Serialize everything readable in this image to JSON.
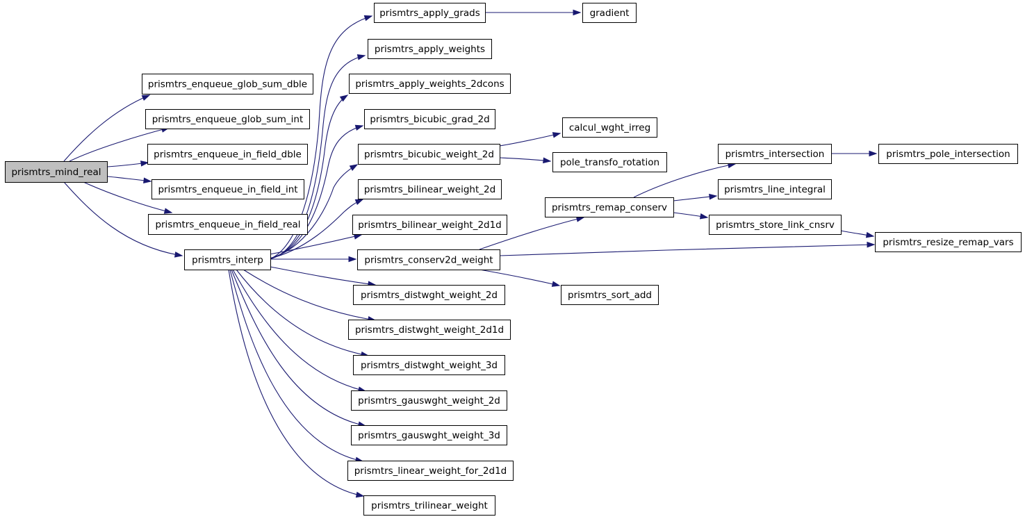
{
  "graph": {
    "root": "prismtrs_mind_real",
    "edge_color": "#191970",
    "root_fill": "#bfbfbf",
    "nodes": [
      {
        "id": "mind_real",
        "label": "prismtrs_mind_real",
        "root": true
      },
      {
        "id": "glob_dble",
        "label": "prismtrs_enqueue_glob_sum_dble"
      },
      {
        "id": "glob_int",
        "label": "prismtrs_enqueue_glob_sum_int"
      },
      {
        "id": "field_dble",
        "label": "prismtrs_enqueue_in_field_dble"
      },
      {
        "id": "field_int",
        "label": "prismtrs_enqueue_in_field_int"
      },
      {
        "id": "field_real",
        "label": "prismtrs_enqueue_in_field_real"
      },
      {
        "id": "interp",
        "label": "prismtrs_interp"
      },
      {
        "id": "apply_grads",
        "label": "prismtrs_apply_grads"
      },
      {
        "id": "gradient",
        "label": "gradient"
      },
      {
        "id": "apply_weights",
        "label": "prismtrs_apply_weights"
      },
      {
        "id": "apply_weights_2dcons",
        "label": "prismtrs_apply_weights_2dcons"
      },
      {
        "id": "bicubic_grad",
        "label": "prismtrs_bicubic_grad_2d"
      },
      {
        "id": "bicubic_weight",
        "label": "prismtrs_bicubic_weight_2d"
      },
      {
        "id": "calcul_wght",
        "label": "calcul_wght_irreg"
      },
      {
        "id": "pole_transfo",
        "label": "pole_transfo_rotation"
      },
      {
        "id": "bilinear_2d",
        "label": "prismtrs_bilinear_weight_2d"
      },
      {
        "id": "bilinear_2d1d",
        "label": "prismtrs_bilinear_weight_2d1d"
      },
      {
        "id": "conserv2d",
        "label": "prismtrs_conserv2d_weight"
      },
      {
        "id": "remap_conserv",
        "label": "prismtrs_remap_conserv"
      },
      {
        "id": "intersection",
        "label": "prismtrs_intersection"
      },
      {
        "id": "pole_intersection",
        "label": "prismtrs_pole_intersection"
      },
      {
        "id": "line_integral",
        "label": "prismtrs_line_integral"
      },
      {
        "id": "store_link",
        "label": "prismtrs_store_link_cnsrv"
      },
      {
        "id": "resize_remap",
        "label": "prismtrs_resize_remap_vars"
      },
      {
        "id": "sort_add",
        "label": "prismtrs_sort_add"
      },
      {
        "id": "distwght_2d",
        "label": "prismtrs_distwght_weight_2d"
      },
      {
        "id": "distwght_2d1d",
        "label": "prismtrs_distwght_weight_2d1d"
      },
      {
        "id": "distwght_3d",
        "label": "prismtrs_distwght_weight_3d"
      },
      {
        "id": "gauswght_2d",
        "label": "prismtrs_gauswght_weight_2d"
      },
      {
        "id": "gauswght_3d",
        "label": "prismtrs_gauswght_weight_3d"
      },
      {
        "id": "linear_2d1d",
        "label": "prismtrs_linear_weight_for_2d1d"
      },
      {
        "id": "trilinear",
        "label": "prismtrs_trilinear_weight"
      }
    ],
    "edges": [
      {
        "from": "mind_real",
        "to": "glob_dble"
      },
      {
        "from": "mind_real",
        "to": "glob_int"
      },
      {
        "from": "mind_real",
        "to": "field_dble"
      },
      {
        "from": "mind_real",
        "to": "field_int"
      },
      {
        "from": "mind_real",
        "to": "field_real"
      },
      {
        "from": "mind_real",
        "to": "interp"
      },
      {
        "from": "interp",
        "to": "apply_grads"
      },
      {
        "from": "interp",
        "to": "apply_weights"
      },
      {
        "from": "interp",
        "to": "apply_weights_2dcons"
      },
      {
        "from": "interp",
        "to": "bicubic_grad"
      },
      {
        "from": "interp",
        "to": "bicubic_weight"
      },
      {
        "from": "interp",
        "to": "bilinear_2d"
      },
      {
        "from": "interp",
        "to": "bilinear_2d1d"
      },
      {
        "from": "interp",
        "to": "conserv2d"
      },
      {
        "from": "interp",
        "to": "distwght_2d"
      },
      {
        "from": "interp",
        "to": "distwght_2d1d"
      },
      {
        "from": "interp",
        "to": "distwght_3d"
      },
      {
        "from": "interp",
        "to": "gauswght_2d"
      },
      {
        "from": "interp",
        "to": "gauswght_3d"
      },
      {
        "from": "interp",
        "to": "linear_2d1d"
      },
      {
        "from": "interp",
        "to": "trilinear"
      },
      {
        "from": "apply_grads",
        "to": "gradient"
      },
      {
        "from": "bicubic_weight",
        "to": "calcul_wght"
      },
      {
        "from": "bicubic_weight",
        "to": "pole_transfo"
      },
      {
        "from": "conserv2d",
        "to": "remap_conserv"
      },
      {
        "from": "conserv2d",
        "to": "resize_remap"
      },
      {
        "from": "conserv2d",
        "to": "sort_add"
      },
      {
        "from": "remap_conserv",
        "to": "intersection"
      },
      {
        "from": "remap_conserv",
        "to": "line_integral"
      },
      {
        "from": "remap_conserv",
        "to": "store_link"
      },
      {
        "from": "intersection",
        "to": "pole_intersection"
      },
      {
        "from": "store_link",
        "to": "resize_remap"
      }
    ]
  }
}
